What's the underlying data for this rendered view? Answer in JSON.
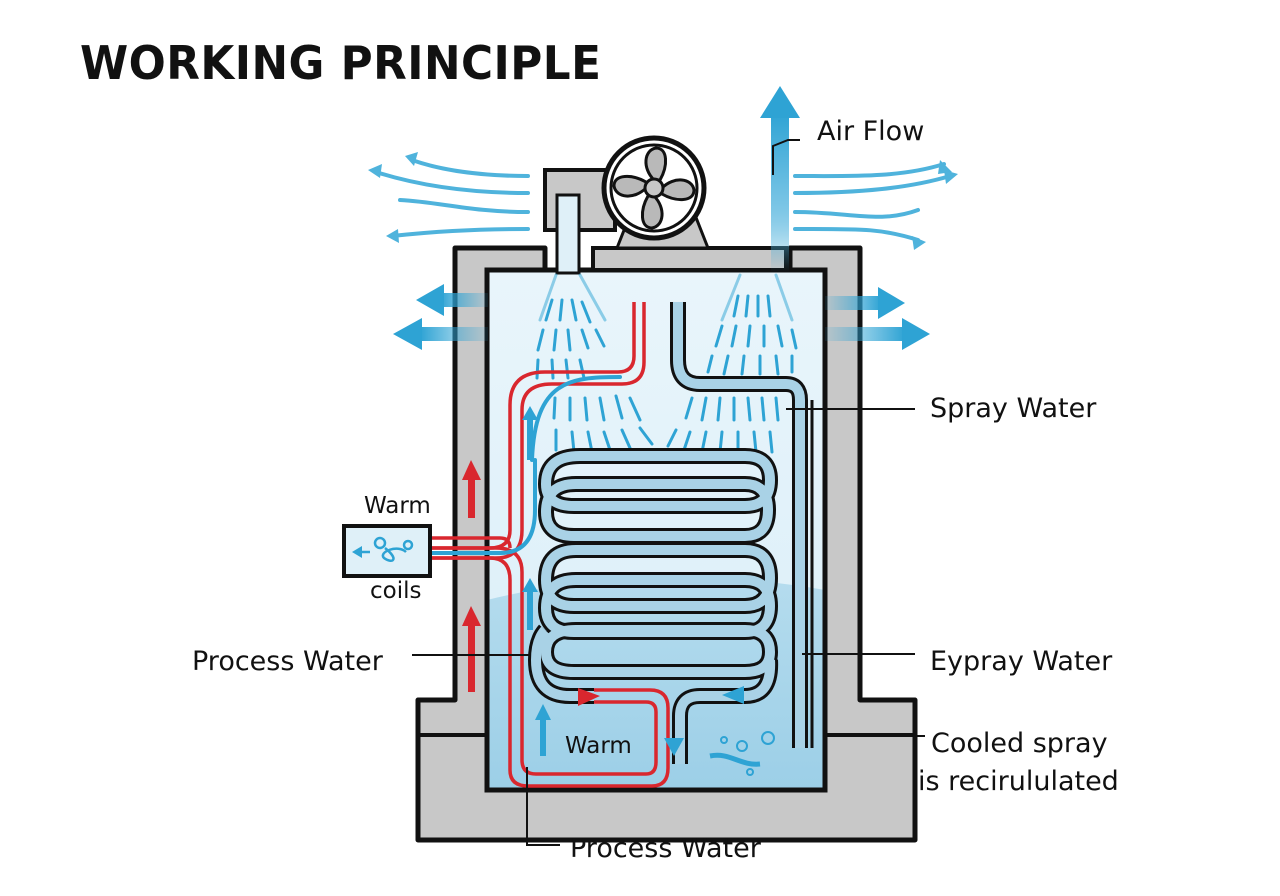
{
  "title": "WORKING PRINCIPLE",
  "labels": {
    "air_flow": "Air Flow",
    "spray_water": "Spray Water",
    "eypray_water": "Eypray Water",
    "cooled_spray_line1": "Cooled spray",
    "cooled_spray_line2": "is recirululated",
    "process_water_left": "Process Water",
    "process_water_bottom": "Process Water",
    "warm_top": "Warm",
    "coils": "coils",
    "warm_bottom": "Warm"
  },
  "colors": {
    "outline": "#111111",
    "casing": "#c8c8c8",
    "water_light": "#e3f1f8",
    "water_deep": "#a6d4ea",
    "spray_blue": "#2ea3d4",
    "warm_red": "#d9272e",
    "coil_fill": "#a9d2e6"
  },
  "components": [
    "fan",
    "spray-nozzle-left",
    "spray-nozzle-right",
    "heat-exchange-coil",
    "water-basin",
    "process-water-inlet",
    "casing"
  ]
}
